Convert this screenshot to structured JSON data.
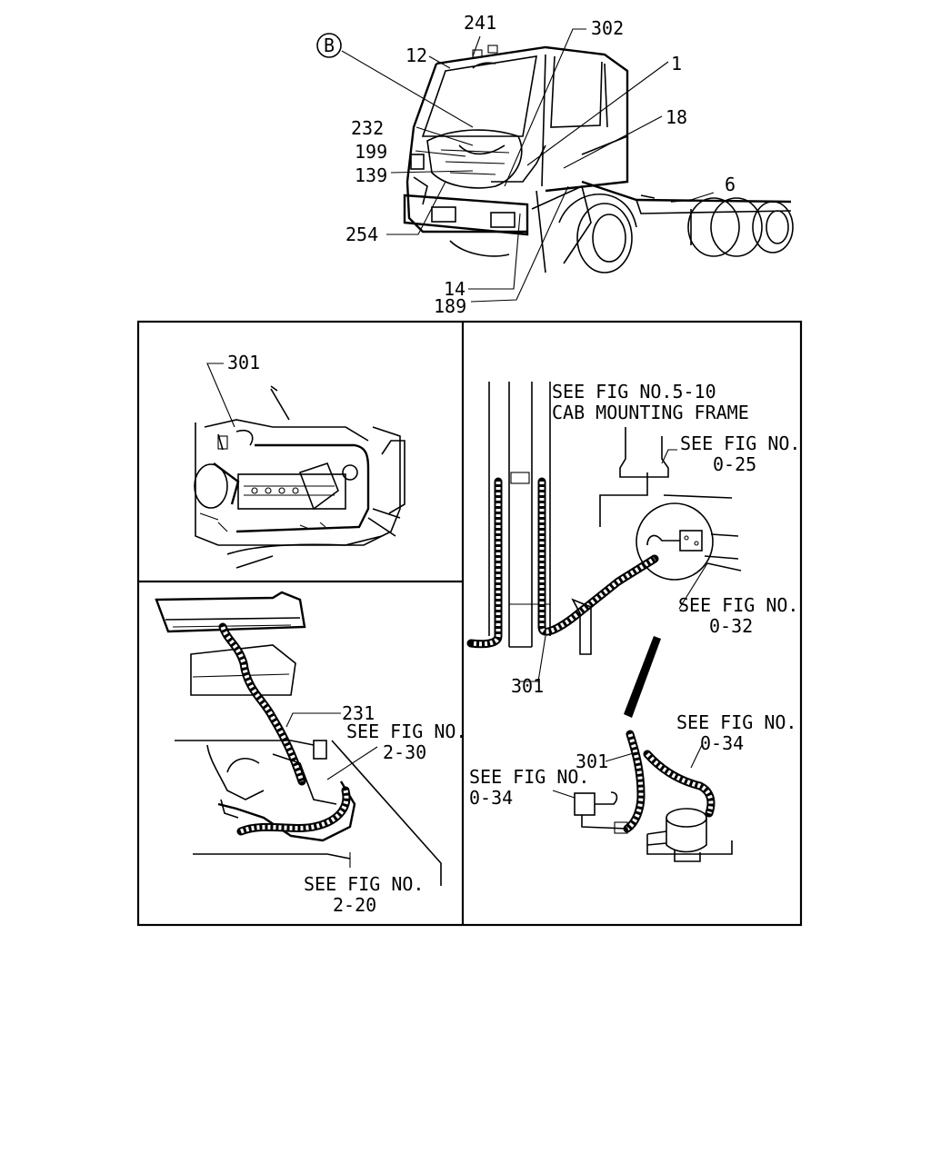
{
  "callouts": {
    "B": "B",
    "n241": "241",
    "n302": "302",
    "n12": "12",
    "n1": "1",
    "n18": "18",
    "n232": "232",
    "n199": "199",
    "n139": "139",
    "n6": "6",
    "n254": "254",
    "n14": "14",
    "n189": "189",
    "n301_engine": "301",
    "n231": "231",
    "n301_frame": "301",
    "n301_pump": "301"
  },
  "references": {
    "fig_5_10_line1": "SEE FIG NO.5-10",
    "fig_5_10_line2": "CAB MOUNTING FRAME",
    "fig_0_25_line1": "SEE FIG NO.",
    "fig_0_25_line2": "0-25",
    "fig_0_32_line1": "SEE FIG NO.",
    "fig_0_32_line2": "0-32",
    "fig_0_34a_line1": "SEE FIG NO.",
    "fig_0_34a_line2": "0-34",
    "fig_0_34b_line1": "SEE FIG NO.",
    "fig_0_34b_line2": "0-34",
    "fig_2_30_line1": "SEE FIG NO.",
    "fig_2_30_line2": "2-30",
    "fig_2_20_line1": "SEE FIG NO.",
    "fig_2_20_line2": "2-20"
  }
}
